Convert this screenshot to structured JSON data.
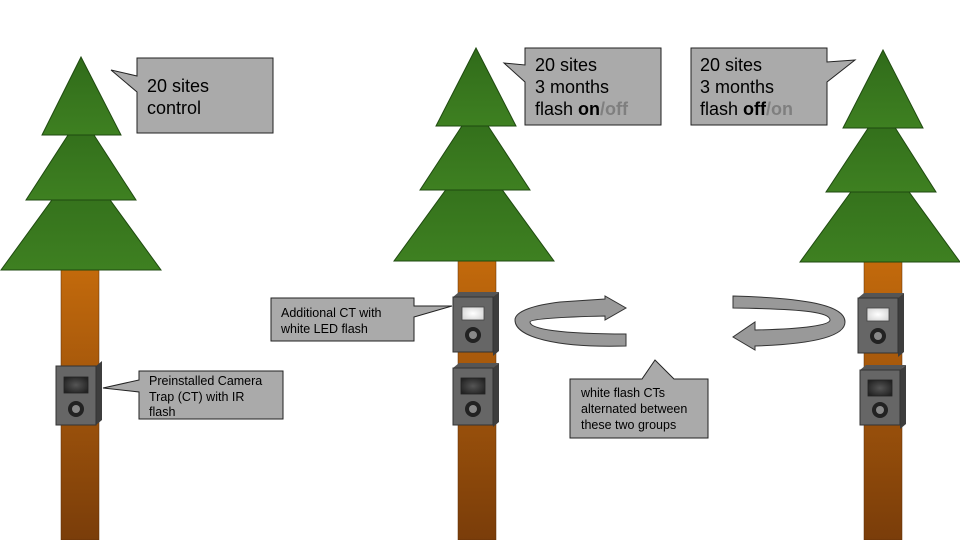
{
  "callouts": {
    "control": {
      "line1": "20 sites",
      "line2": "control"
    },
    "group_a": {
      "line1": "20 sites",
      "line2": "3 months",
      "prefix": "flash ",
      "bold": "on",
      "sep": "/",
      "grey": "off"
    },
    "group_b": {
      "line1": "20 sites",
      "line2": "3 months",
      "prefix": "flash ",
      "bold": "off",
      "sep": "/",
      "grey": "on"
    },
    "preinstalled": {
      "line1": "Preinstalled Camera",
      "line2": "Trap (CT) with IR",
      "line3": "flash"
    },
    "additional": {
      "line1": "Additional CT with",
      "line2": "white LED flash"
    },
    "alternated": {
      "line1": "white flash CTs",
      "line2": "alternated between",
      "line3": "these two groups"
    }
  },
  "colors": {
    "foliage": "#38761d",
    "trunk_top": "#c36a0c",
    "trunk_bottom": "#7a3d0a",
    "callout_fill": "#aaaaaa",
    "camera_body": "#666666",
    "camera_ir_window": "#3a3a3a",
    "camera_white_window": "#eeeeee",
    "arrow_fill": "#999999"
  },
  "icons": {
    "tree": "conifer-tree-icon",
    "ir_camera": "camera-trap-ir-icon",
    "white_camera": "camera-trap-white-flash-icon",
    "rotation_arrows": "circular-swap-arrows-icon"
  }
}
